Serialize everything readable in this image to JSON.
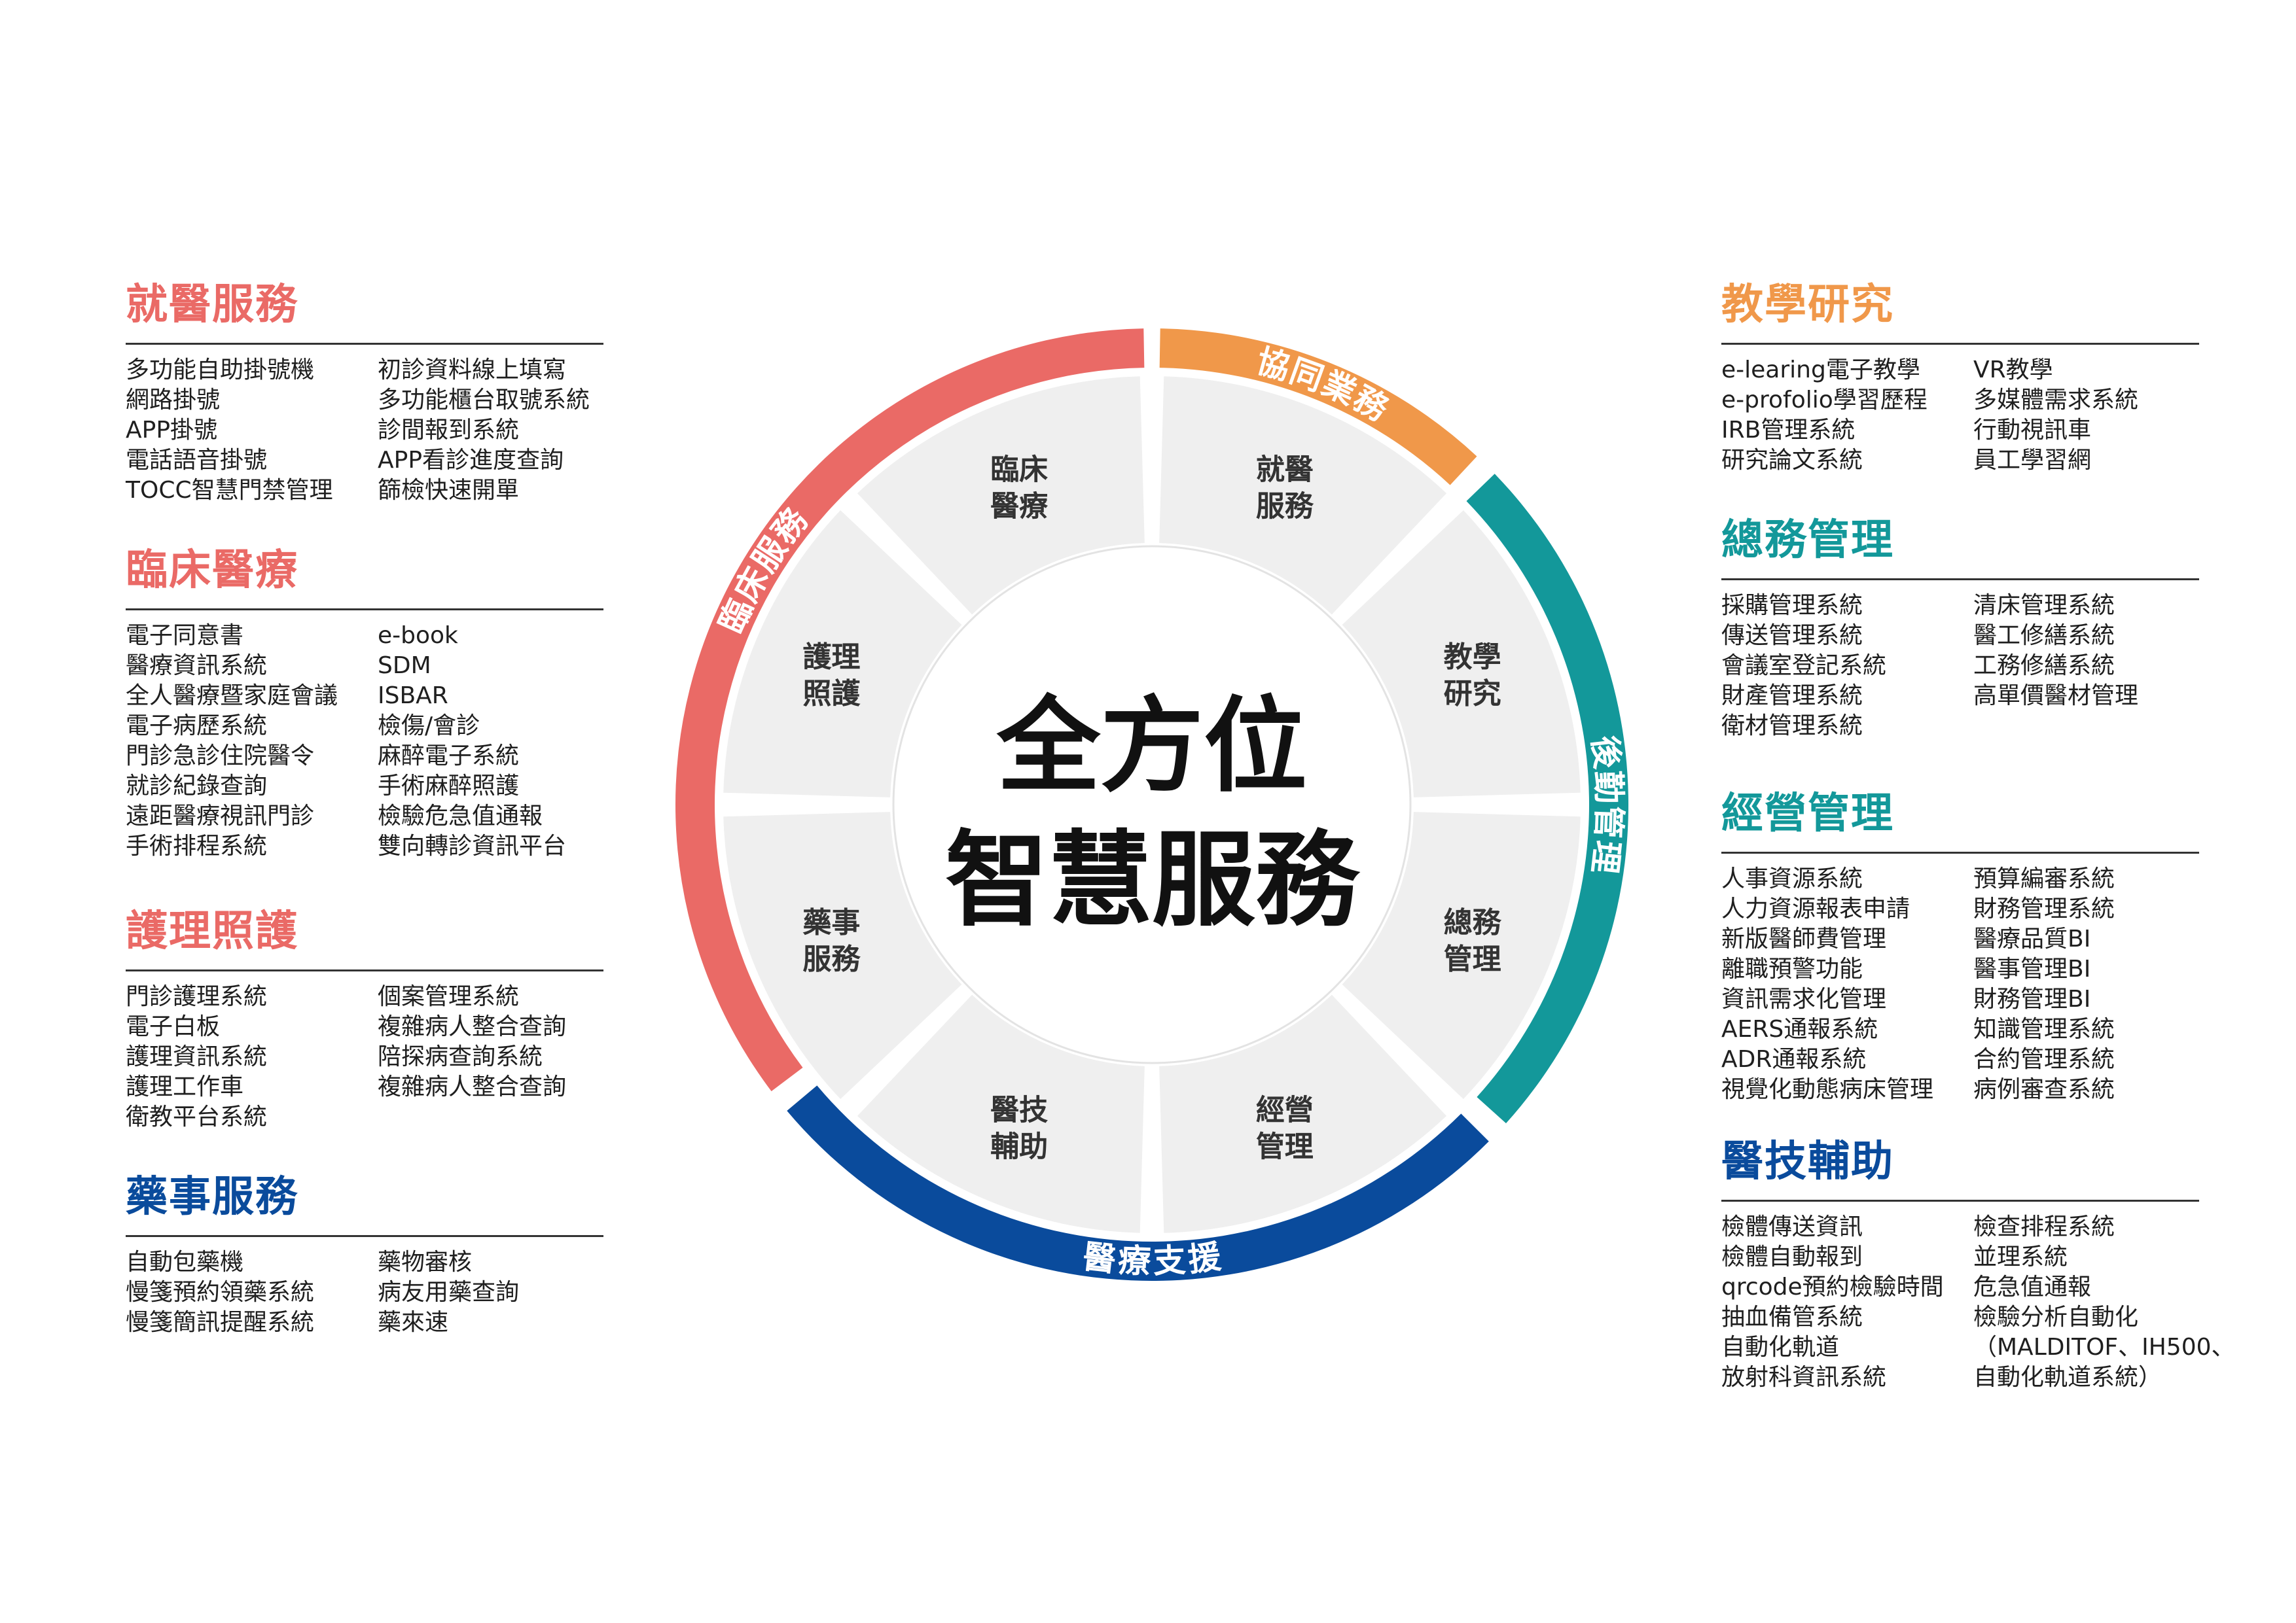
{
  "center": {
    "line1": "全方位",
    "line2": "智慧服務"
  },
  "ring": {
    "clinical": {
      "label": "臨床服務",
      "color": "#EA6A66"
    },
    "collab": {
      "label": "協同業務",
      "color": "#F0984A"
    },
    "logistics": {
      "label": "後勤管理",
      "color": "#13989A"
    },
    "support": {
      "label": "醫療支援",
      "color": "#0A4B9C"
    }
  },
  "segments": [
    {
      "key": "jiuyi",
      "line1": "就醫",
      "line2": "服務"
    },
    {
      "key": "jiaoxue",
      "line1": "教學",
      "line2": "研究"
    },
    {
      "key": "zongwu",
      "line1": "總務",
      "line2": "管理"
    },
    {
      "key": "jingying",
      "line1": "經營",
      "line2": "管理"
    },
    {
      "key": "yiji",
      "line1": "醫技",
      "line2": "輔助"
    },
    {
      "key": "yaoshi",
      "line1": "藥事",
      "line2": "服務"
    },
    {
      "key": "huli",
      "line1": "護理",
      "line2": "照護"
    },
    {
      "key": "linchuang",
      "line1": "臨床",
      "line2": "醫療"
    }
  ],
  "left_sections": [
    {
      "title": "就醫服務",
      "color": "#EA6A66",
      "col1": [
        "多功能自助掛號機",
        "網路掛號",
        "APP掛號",
        "電話語音掛號",
        "TOCC智慧門禁管理"
      ],
      "col2": [
        "初診資料線上填寫",
        "多功能櫃台取號系統",
        "診間報到系統",
        "APP看診進度查詢",
        "篩檢快速開單"
      ]
    },
    {
      "title": "臨床醫療",
      "color": "#EA6A66",
      "col1": [
        "電子同意書",
        "醫療資訊系統",
        "全人醫療暨家庭會議",
        "電子病歷系統",
        "門診急診住院醫令",
        "就診紀錄查詢",
        "遠距醫療視訊門診",
        "手術排程系統"
      ],
      "col2": [
        "e-book",
        "SDM",
        "ISBAR",
        "檢傷/會診",
        "麻醉電子系統",
        "手術麻醉照護",
        "檢驗危急值通報",
        "雙向轉診資訊平台"
      ]
    },
    {
      "title": "護理照護",
      "color": "#EA6A66",
      "col1": [
        "門診護理系統",
        "電子白板",
        "護理資訊系統",
        "護理工作車",
        "衛教平台系統"
      ],
      "col2": [
        "個案管理系統",
        "複雜病人整合查詢",
        "陪探病查詢系統",
        "複雜病人整合查詢"
      ]
    },
    {
      "title": "藥事服務",
      "color": "#0A4B9C",
      "col1": [
        "自動包藥機",
        "慢箋預約領藥系統",
        "慢箋簡訊提醒系統"
      ],
      "col2": [
        "藥物審核",
        "病友用藥查詢",
        "藥來速"
      ]
    }
  ],
  "right_sections": [
    {
      "title": "教學研究",
      "color": "#F0984A",
      "col1": [
        "e-learing電子教學",
        "e-profolio學習歷程",
        "IRB管理系統",
        "研究論文系統"
      ],
      "col2": [
        "VR教學",
        "多媒體需求系統",
        "行動視訊車",
        "員工學習網"
      ]
    },
    {
      "title": "總務管理",
      "color": "#13989A",
      "col1": [
        "採購管理系統",
        "傳送管理系統",
        "會議室登記系統",
        "財產管理系統",
        "衛材管理系統"
      ],
      "col2": [
        "清床管理系統",
        "醫工修繕系統",
        "工務修繕系統",
        "高單價醫材管理"
      ]
    },
    {
      "title": "經營管理",
      "color": "#13989A",
      "col1": [
        "人事資源系統",
        "人力資源報表申請",
        "新版醫師費管理",
        "離職預警功能",
        "資訊需求化管理",
        "AERS通報系統",
        "ADR通報系統",
        "視覺化動態病床管理"
      ],
      "col2": [
        "預算編審系統",
        "財務管理系統",
        "醫療品質BI",
        "醫事管理BI",
        "財務管理BI",
        "知識管理系統",
        "合約管理系統",
        "病例審查系統"
      ]
    },
    {
      "title": "醫技輔助",
      "color": "#0A4B9C",
      "col1": [
        "檢體傳送資訊",
        "檢體自動報到",
        "qrcode預約檢驗時間",
        "抽血備管系統",
        "自動化軌道",
        "放射科資訊系統"
      ],
      "col2": [
        "檢查排程系統",
        "並理系統",
        "危急值通報",
        "檢驗分析自動化",
        "（MALDITOF、IH500、",
        "自動化軌道系統）"
      ]
    }
  ]
}
